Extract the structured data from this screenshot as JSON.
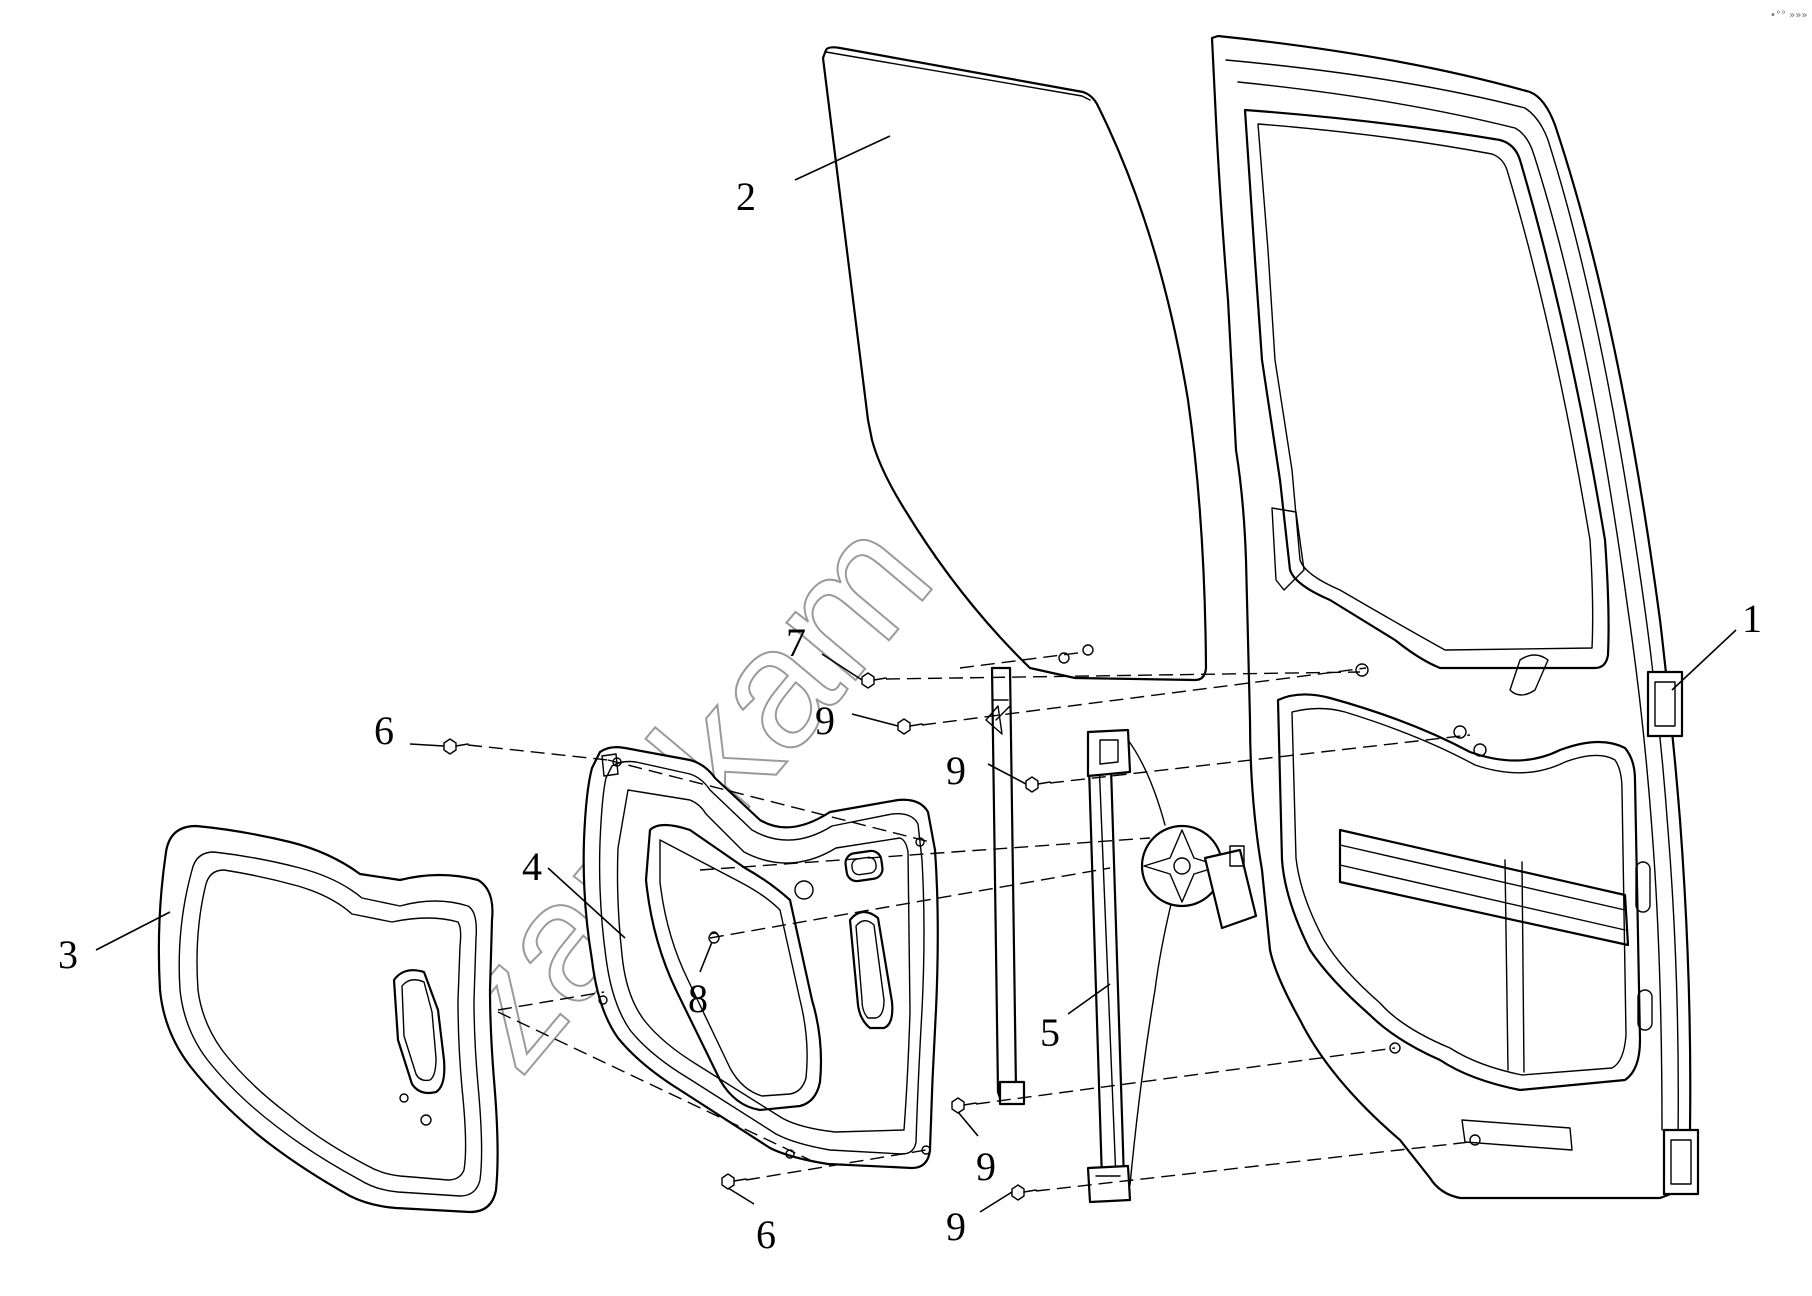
{
  "diagram": {
    "callouts": [
      {
        "id": "1",
        "label": "1"
      },
      {
        "id": "2",
        "label": "2"
      },
      {
        "id": "3",
        "label": "3"
      },
      {
        "id": "4",
        "label": "4"
      },
      {
        "id": "5",
        "label": "5"
      },
      {
        "id": "6a",
        "label": "6"
      },
      {
        "id": "6b",
        "label": "6"
      },
      {
        "id": "7",
        "label": "7"
      },
      {
        "id": "8",
        "label": "8"
      },
      {
        "id": "9a",
        "label": "9"
      },
      {
        "id": "9b",
        "label": "9"
      },
      {
        "id": "9c",
        "label": "9"
      },
      {
        "id": "9d",
        "label": "9"
      }
    ],
    "watermark": "zap-kam.ru",
    "corner_mark": "•°° »»»"
  }
}
